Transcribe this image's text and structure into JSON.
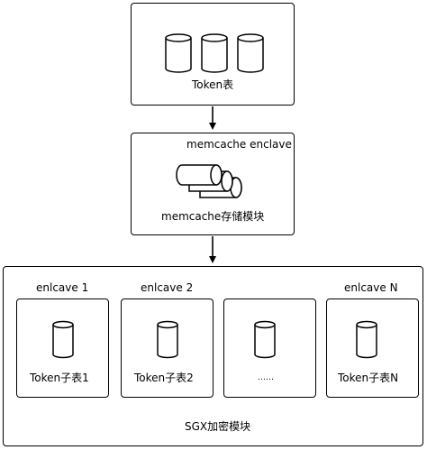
{
  "token_table": {
    "label": "Token表"
  },
  "memcache": {
    "title": "memcache enclave",
    "module_label": "memcache存储模块"
  },
  "sgx": {
    "label": "SGX加密模块"
  },
  "enclaves": [
    {
      "title": "enlcave 1",
      "table_label": "Token子表1"
    },
    {
      "title": "enlcave 2",
      "table_label": "Token子表2"
    },
    {
      "title": "",
      "table_label": "……"
    },
    {
      "title": "enlcave N",
      "table_label": "Token子表N"
    }
  ]
}
